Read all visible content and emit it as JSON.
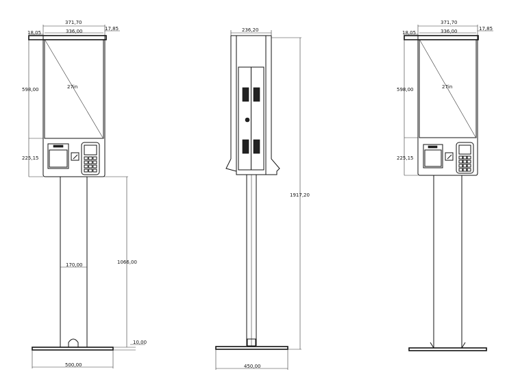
{
  "front_view": {
    "width_total": "371,70",
    "width_inner": "336,00",
    "bezel_left": "18,05",
    "bezel_right": "17,85",
    "screen_height": "598,00",
    "screen_size": "27in",
    "lower_height": "225,15",
    "pole_width": "170,00",
    "pole_height": "1066,00",
    "base_thickness": "10,00",
    "base_width": "500,00"
  },
  "side_view": {
    "depth": "236,20",
    "total_height": "1917,20",
    "base_depth": "450,00"
  },
  "rear_view": {
    "width_total": "371,70",
    "width_inner": "336,00",
    "bezel_left": "18,05",
    "bezel_right": "17,85",
    "screen_height": "598,00",
    "screen_size": "27in",
    "lower_height": "225,15"
  }
}
